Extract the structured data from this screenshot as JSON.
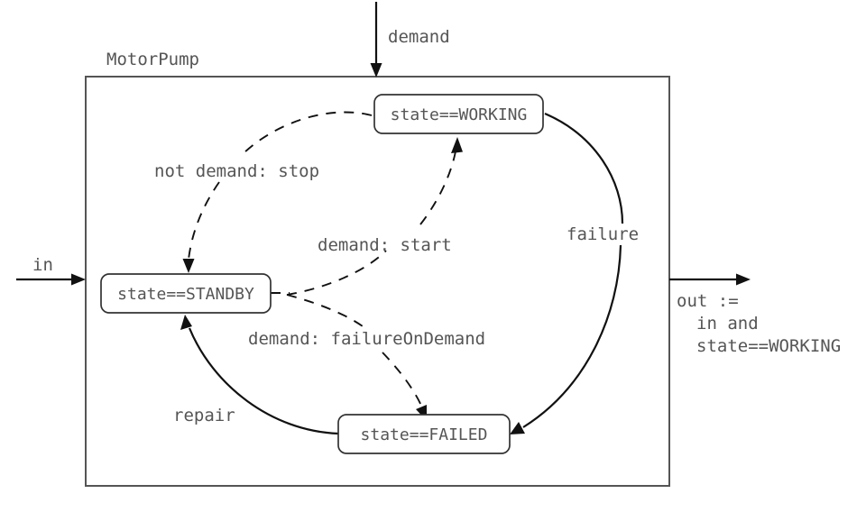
{
  "diagram": {
    "title": "MotorPump",
    "container_label": "MotorPump",
    "type": "state-machine",
    "colors": {
      "text": "#555555",
      "stroke": "#111111",
      "container_stroke": "#555555",
      "box_fill": "#ffffff",
      "background": "#ffffff"
    }
  },
  "ports": {
    "input_top": {
      "label": "demand",
      "direction": "down"
    },
    "input_left": {
      "label": "in",
      "direction": "right"
    },
    "output_right": {
      "direction": "right",
      "lines": [
        "out :=",
        "in and",
        "state==WORKING"
      ],
      "line1": "out :=",
      "line2": "in and",
      "line3": "state==WORKING"
    }
  },
  "states": [
    {
      "id": "working",
      "label": "state==WORKING"
    },
    {
      "id": "standby",
      "label": "state==STANDBY"
    },
    {
      "id": "failed",
      "label": "state==FAILED"
    }
  ],
  "transitions": [
    {
      "id": "stop",
      "label": "not demand: stop",
      "from": "working",
      "to": "standby",
      "style": "dashed"
    },
    {
      "id": "start",
      "label": "demand: start",
      "from": "standby",
      "to": "working",
      "style": "dashed"
    },
    {
      "id": "failureOnDemand",
      "label": "demand: failureOnDemand",
      "from": "standby",
      "to": "failed",
      "style": "dashed"
    },
    {
      "id": "failure",
      "label": "failure",
      "from": "working",
      "to": "failed",
      "style": "solid"
    },
    {
      "id": "repair",
      "label": "repair",
      "from": "failed",
      "to": "standby",
      "style": "solid"
    }
  ]
}
